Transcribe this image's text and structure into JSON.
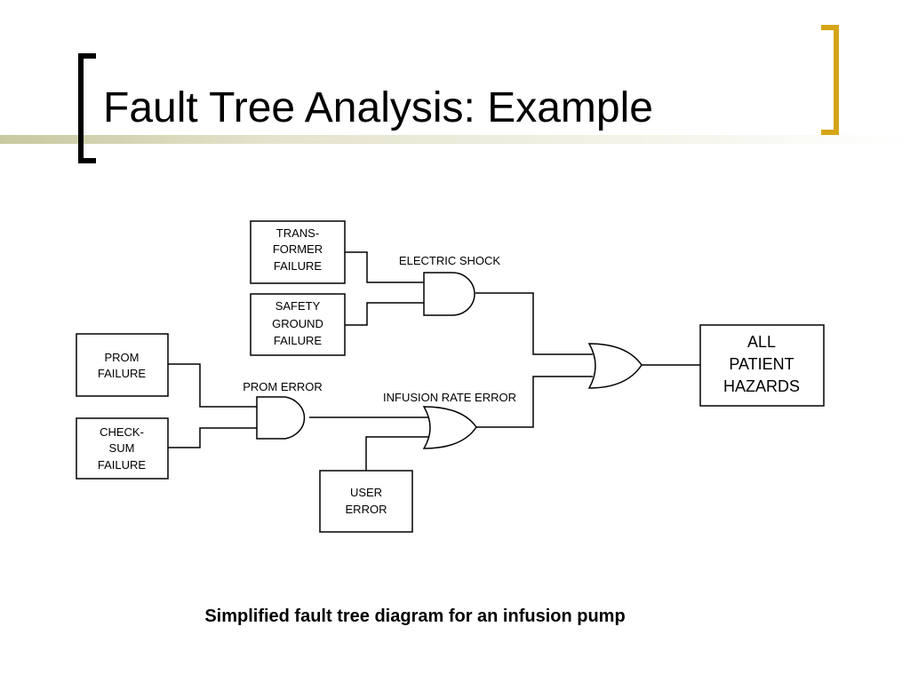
{
  "slide": {
    "title": "Fault Tree Analysis: Example",
    "caption": "Simplified fault tree diagram for an infusion pump"
  },
  "colors": {
    "accent_gold": "#d4a517",
    "title_bar": "#c8c8a0",
    "line": "#000000"
  },
  "events": {
    "transformer": [
      "TRANS-",
      "FORMER",
      "FAILURE"
    ],
    "safety": [
      "SAFETY",
      "GROUND",
      "FAILURE"
    ],
    "prom": [
      "PROM",
      "FAILURE"
    ],
    "checksum": [
      "CHECK-",
      "SUM",
      "FAILURE"
    ],
    "user": [
      "USER",
      "ERROR"
    ],
    "top": [
      "ALL",
      "PATIENT",
      "HAZARDS"
    ]
  },
  "gates": {
    "electric_shock": {
      "label": "ELECTRIC SHOCK",
      "type": "AND"
    },
    "prom_error": {
      "label": "PROM ERROR",
      "type": "AND"
    },
    "infusion_rate": {
      "label": "INFUSION RATE ERROR",
      "type": "OR"
    },
    "top_gate": {
      "type": "OR"
    }
  }
}
